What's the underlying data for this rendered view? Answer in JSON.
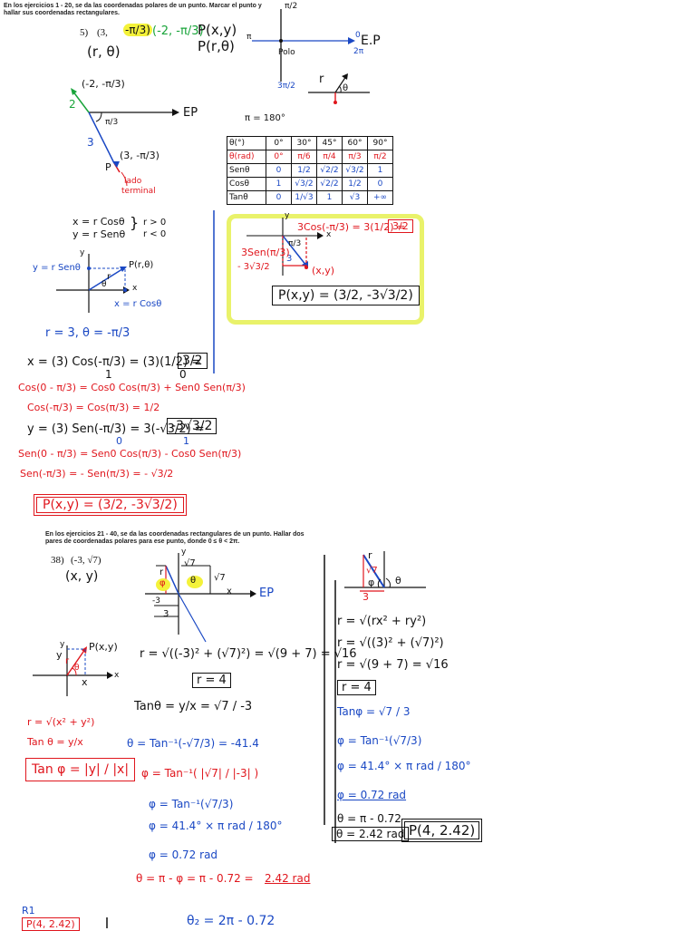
{
  "section1": {
    "instructions": "En los ejercicios 1 - 20, se da las coordenadas polares de un punto. Marcar el punto y hallar sus coordenadas rectangulares.",
    "problem_number": "5)",
    "problem_point": "(3,",
    "problem_angle": "-π/3)",
    "hw_point_green": "(-2, -π/3)",
    "hw_pxy": "P(x,y)",
    "hw_r_theta": "(r, θ)",
    "hw_p_r_theta": "P(r,θ)",
    "axis_top": "π/2",
    "axis_left": "π",
    "axis_bottom": "3π/2",
    "axis_right": "E.P",
    "polo": "Polo",
    "zero_label": "0",
    "zero_sub": "2π",
    "small_r": "r",
    "small_theta": "θ",
    "plot_point_top": "(-2, -π/3)",
    "plot_two": "2",
    "plot_three": "3",
    "plot_angle": "π/3",
    "plot_ep": "EP",
    "plot_point_bottom": "(3, -π/3)",
    "plot_p": "P",
    "lado": "lado",
    "terminal": "terminal",
    "pi_eq": "π = 180°",
    "table": {
      "header": [
        "θ(°)",
        "0°",
        "30°",
        "45°",
        "60°",
        "90°"
      ],
      "rad": [
        "θ(rad)",
        "0°",
        "π/6",
        "π/4",
        "π/3",
        "π/2"
      ],
      "sen": [
        "Senθ",
        "0",
        "1/2",
        "√2/2",
        "√3/2",
        "1"
      ],
      "cos": [
        "Cosθ",
        "1",
        "√3/2",
        "√2/2",
        "1/2",
        "0"
      ],
      "tan": [
        "Tanθ",
        "0",
        "1/√3",
        "1",
        "√3",
        "+∞"
      ]
    },
    "conv_x": "x = r Cosθ",
    "conv_y": "y = r Senθ",
    "conv_r1": "r > 0",
    "conv_r2": "r < 0",
    "diag_y": "y",
    "diag_yval": "y = r Senθ",
    "diag_point": "P(r,θ)",
    "diag_r": "r",
    "diag_theta": "θ",
    "diag_x": "x",
    "diag_xval": "x = r Cosθ",
    "given": "r = 3,  θ = -π/3",
    "calc_x1": "x = (3) Cos(-π/3) = (3)(1/2) =",
    "calc_x1_box": "3/2",
    "calc_cos_identity": "Cos(0 - π/3) = Cos0 Cos(π/3) + Sen0 Sen(π/3)",
    "calc_cos_one": "1",
    "calc_cos_zero": "0",
    "calc_cos_result": "Cos(-π/3) = Cos(π/3) = 1/2",
    "calc_y1": "y = (3) Sen(-π/3) = 3(-√3/2) =",
    "calc_y1_box": "-3√3/2",
    "calc_sen_zero": "0",
    "calc_sen_one": "1",
    "calc_sen_identity": "Sen(0 - π/3) = Sen0 Cos(π/3) - Cos0 Sen(π/3)",
    "calc_sen_result": "Sen(-π/3) = - Sen(π/3) = - √3/2",
    "final_answer": "P(x,y) = (3/2, -3√3/2)",
    "yel_y": "y",
    "yel_x": "x",
    "yel_3cos": "3Cos(-π/3) = 3(1/2) =",
    "yel_3cos_box": "3/2",
    "yel_angle": "π/3",
    "yel_3": "3",
    "yel_3sen": "3Sen(π/3)",
    "yel_neg": "- 3√3/2",
    "yel_xy": "(x,y)",
    "yel_box": "P(x,y) = (3/2, -3√3/2)"
  },
  "section2": {
    "instructions": "En los ejercicios 21 - 40, se da las coordenadas rectangulares de un punto. Hallar dos pares de coordenadas polares para ese punto, donde 0 ≤ θ < 2π.",
    "problem_number": "38)",
    "problem_point": "(-3, √7)",
    "hw_xy": "(x, y)",
    "sm_y": "y",
    "sm_point": "P(x,y)",
    "sm_r": "r",
    "sm_theta": "θ",
    "sm_x": "x",
    "sm_yaxis": "y",
    "sm_xaxis": "x",
    "r_formula": "r = √(x² + y²)",
    "tan_formula": "Tan θ = y/x",
    "tan_phi_box": "Tan φ = |y| / |x|",
    "dg_y": "y",
    "dg_r": "r",
    "dg_phi": "φ",
    "dg_theta": "θ",
    "dg_sqrt7_a": "√7",
    "dg_sqrt7_b": "√7",
    "dg_neg3": "-3",
    "dg_x": "x",
    "dg_ep": "EP",
    "dg_3": "3",
    "mid_r": "r = √((-3)² + (√7)²)  = √(9 + 7) = √16",
    "mid_r4": "r = 4",
    "mid_tan": "Tanθ = y/x = √7 / -3",
    "mid_theta": "θ = Tan⁻¹(-√7/3) = -41.4",
    "mid_phi1": "φ = Tan⁻¹( |√7| / |-3| )",
    "mid_phi2": "φ = Tan⁻¹(√7/3)",
    "mid_phi3": "φ = 41.4° × π rad / 180°",
    "mid_phi4": "φ = 0.72 rad",
    "mid_theta_final": "θ = π - φ = π - 0.72 =",
    "mid_theta_val": "2.42 rad",
    "rt_r": "r",
    "rt_sqrt7": "√7",
    "rt_phi": "φ",
    "rt_theta": "θ",
    "rt_3": "3",
    "rt_r1": "r = √(rx² + ry²)",
    "rt_r2": "r = √((3)² + (√7)²)",
    "rt_r3": "r = √(9 + 7) = √16",
    "rt_r4": "r = 4",
    "rt_tan": "Tanφ = √7 / 3",
    "rt_phi1": "φ = Tan⁻¹(√7/3)",
    "rt_phi2": "φ = 41.4° × π rad / 180°",
    "rt_phi3": "φ = 0.72 rad",
    "rt_theta1": "θ = π - 0.72",
    "rt_theta2": "θ = 2.42 rad",
    "rt_point": "P(4, 2.42)",
    "bot_r": "R1",
    "bot_p": "P(4, 2.42)",
    "bot_theta2": "θ₂ = 2π - 0.72"
  }
}
